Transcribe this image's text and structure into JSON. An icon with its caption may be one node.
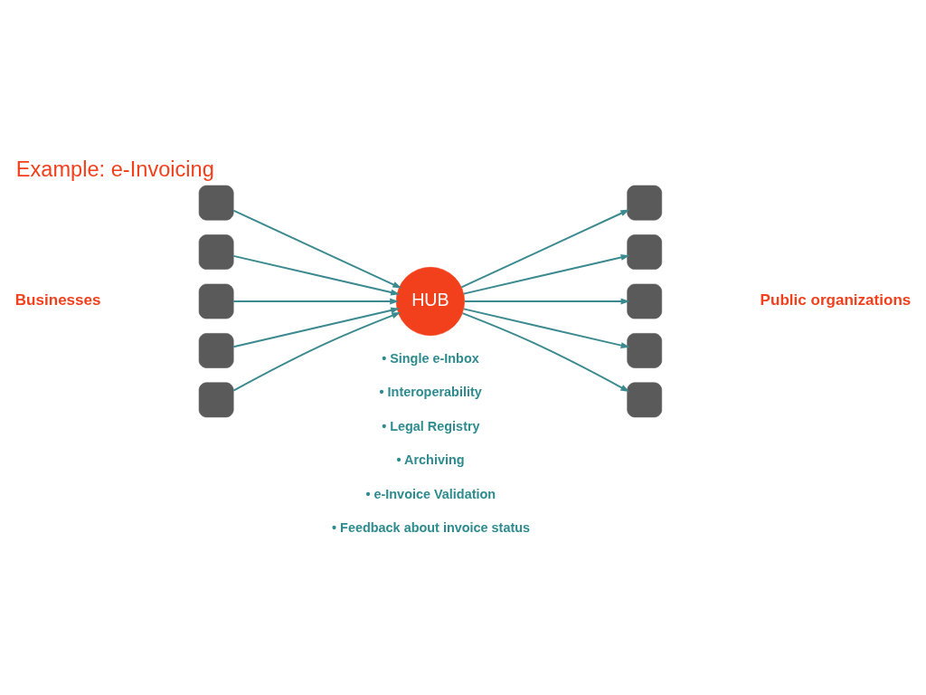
{
  "diagram": {
    "title": "Example: e-Invoicing",
    "nodes": [
      {
        "text": [],
        "shape": "box"
      },
      {
        "text": [],
        "shape": "box"
      },
      {
        "text": [],
        "shape": "box"
      },
      {
        "text": [],
        "shape": "box"
      },
      {
        "text": [],
        "shape": "box"
      },
      {
        "text": [
          "HUB"
        ]
      },
      {
        "text": [],
        "shape": "box"
      },
      {
        "text": [],
        "shape": "box"
      },
      {
        "text": [],
        "shape": "box"
      },
      {
        "text": [],
        "shape": "box"
      },
      {
        "text": [],
        "shape": "box"
      }
    ],
    "edges": [
      {
        "from": 0,
        "to": 5,
        "arrow": "to"
      },
      {
        "from": 1,
        "to": 5,
        "arrow": "to"
      },
      {
        "from": 2,
        "to": 5,
        "arrow": "to"
      },
      {
        "from": 3,
        "to": 5,
        "arrow": "to"
      },
      {
        "from": 4,
        "to": 5,
        "arrow": "to"
      },
      {
        "from": 5,
        "to": 6,
        "arrow": "to"
      },
      {
        "from": 5,
        "to": 7,
        "arrow": "to"
      },
      {
        "from": 5,
        "to": 8,
        "arrow": "to"
      },
      {
        "from": 5,
        "to": 9,
        "arrow": "to"
      },
      {
        "from": 5,
        "to": 10,
        "arrow": "to"
      }
    ],
    "labels": [
      "Businesses",
      "Public organizations",
      "• Single e-Inbox",
      "• Interoperability",
      "• Legal Registry",
      "• Archiving",
      "• e-Invoice Validation",
      "• Feedback about invoice status"
    ]
  }
}
